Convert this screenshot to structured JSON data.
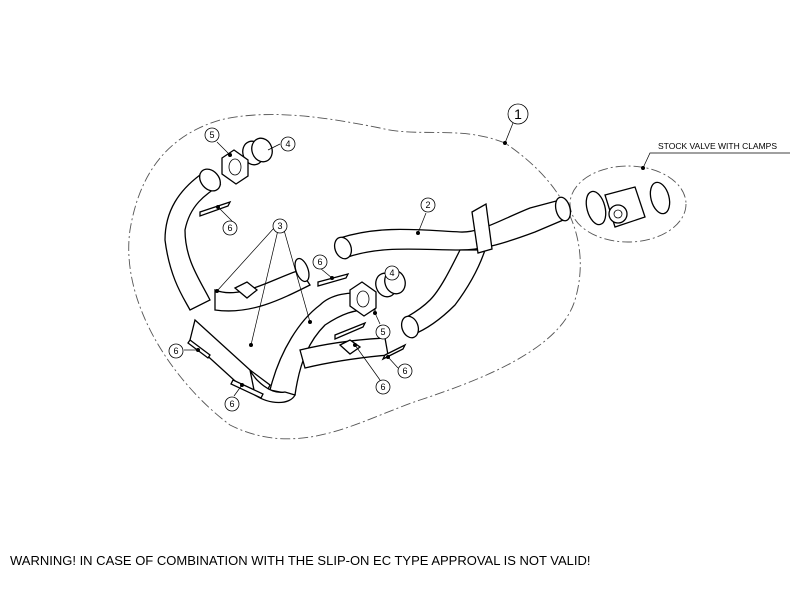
{
  "callouts": {
    "main_assembly": "1",
    "link_pipe": "2",
    "headers": "3",
    "gasket_ring": "4",
    "flange": "5",
    "spring": "6"
  },
  "valve_label": "STOCK VALVE WITH CLAMPS",
  "warning": "WARNING! IN CASE OF COMBINATION WITH THE SLIP-ON EC TYPE APPROVAL IS NOT VALID!"
}
